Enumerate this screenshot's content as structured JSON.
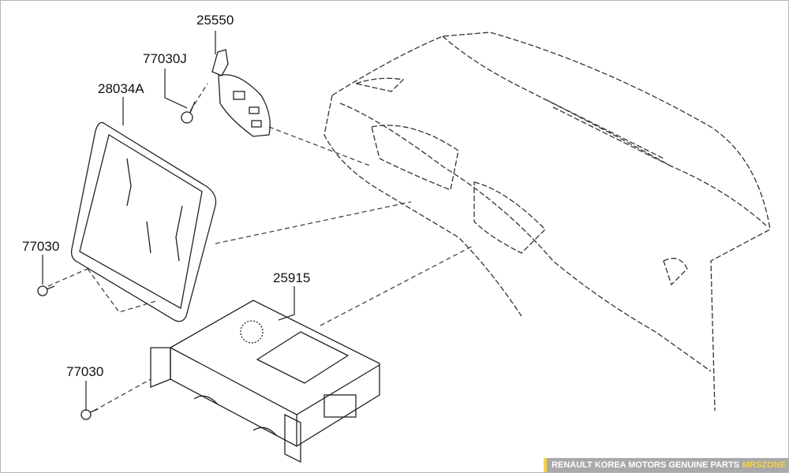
{
  "labels": {
    "switch": "25550",
    "screw_j": "77030J",
    "display": "28034A",
    "screw_1": "77030",
    "unit": "25915",
    "screw_2": "77030"
  },
  "watermark": {
    "text": "RENAULT KOREA MOTORS GENUINE PARTS",
    "brand": "MRSZONE",
    "accent": "#f3d24a"
  }
}
